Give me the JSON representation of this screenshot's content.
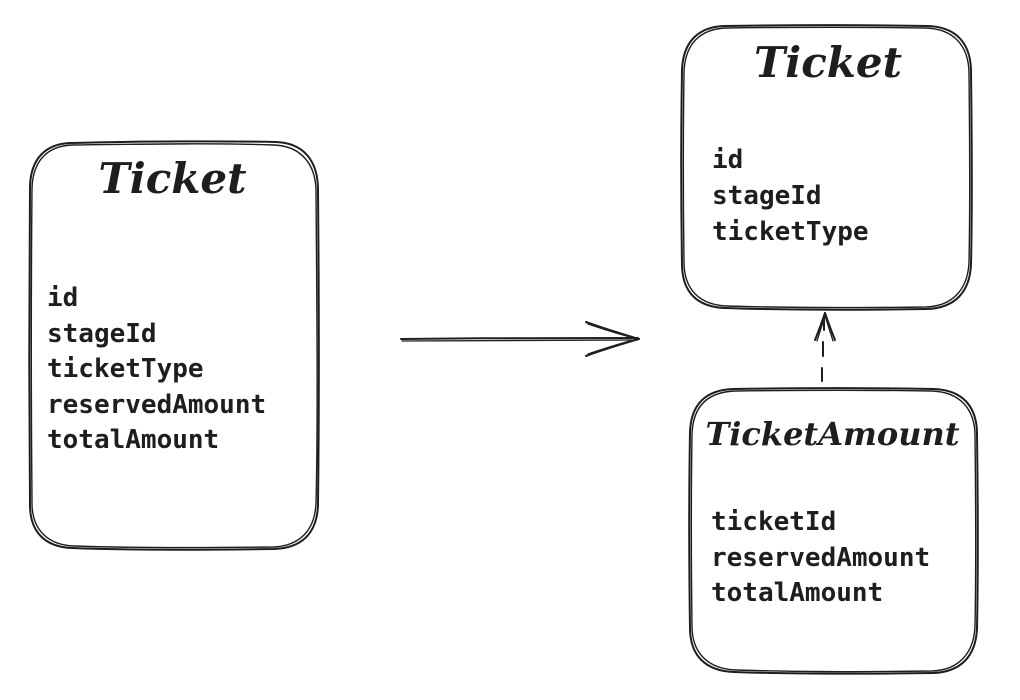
{
  "diagram": {
    "source_entity": {
      "title": "Ticket",
      "fields": [
        "id",
        "stageId",
        "ticketType",
        "reservedAmount",
        "totalAmount"
      ]
    },
    "target_entity": {
      "title": "Ticket",
      "fields": [
        "id",
        "stageId",
        "ticketType"
      ]
    },
    "amount_entity": {
      "title": "TicketAmount",
      "fields": [
        "ticketId",
        "reservedAmount",
        "totalAmount"
      ]
    },
    "stroke_color": "#1e1e1e",
    "background_color": "#ffffff",
    "connectors": [
      {
        "from": "source_entity",
        "to": "target_entity",
        "style": "solid",
        "head": "open-arrow"
      },
      {
        "from": "amount_entity",
        "to": "target_entity",
        "style": "dashed",
        "head": "open-arrow"
      }
    ]
  }
}
